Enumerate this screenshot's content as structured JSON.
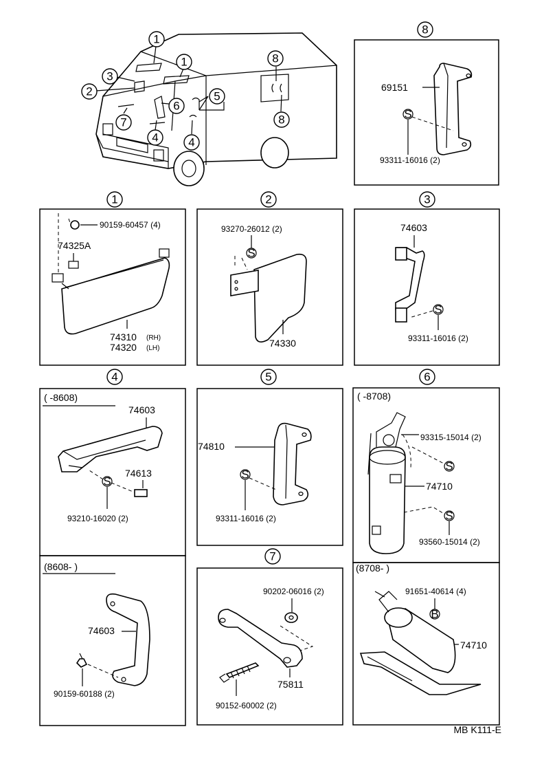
{
  "circled_numbers": [
    "1",
    "2",
    "3",
    "4",
    "5",
    "6",
    "7",
    "8"
  ],
  "overview": {
    "callouts": [
      "1",
      "1",
      "3",
      "2",
      "6",
      "5",
      "7",
      "4",
      "4",
      "8",
      "8"
    ]
  },
  "panels": {
    "p8": {
      "title": "8",
      "part": "69151",
      "fastener_symbol": "S",
      "fastener": "93311-16016 (2)"
    },
    "p1": {
      "title": "1",
      "screw": "90159-60457 (4)",
      "clip": "74325A",
      "visor_rh": "74310",
      "visor_rh_note": "(RH)",
      "visor_lh": "74320",
      "visor_lh_note": "(LH)"
    },
    "p2": {
      "title": "2",
      "fastener": "93270-26012 (2)",
      "fastener_symbol": "S",
      "part": "74330"
    },
    "p3": {
      "title": "3",
      "part": "74603",
      "fastener_symbol": "S",
      "fastener": "93311-16016 (2)"
    },
    "p4a": {
      "title": "4",
      "range": "(       -8608)",
      "part": "74603",
      "cap": "74613",
      "fastener_symbol": "S",
      "fastener": "93210-16020 (2)"
    },
    "p4b": {
      "range": "(8608-       )",
      "part": "74603",
      "fastener": "90159-60188 (2)"
    },
    "p5": {
      "title": "5",
      "part": "74810",
      "fastener_symbol": "S",
      "fastener": "93311-16016 (2)"
    },
    "p6a": {
      "title": "6",
      "range": "(       -8708)",
      "fastener_top": "93315-15014 (2)",
      "fastener_symbol": "S",
      "part": "74710",
      "fastener_bottom": "93560-15014 (2)"
    },
    "p6b": {
      "range": "(8708-       )",
      "fastener": "91651-40614 (4)",
      "fastener_symbol": "B",
      "part": "74710"
    },
    "p7": {
      "title": "7",
      "washer": "90202-06016 (2)",
      "part": "75811",
      "bolt": "90152-60002 (2)"
    }
  },
  "footer": {
    "code": "MB  K111-E"
  }
}
